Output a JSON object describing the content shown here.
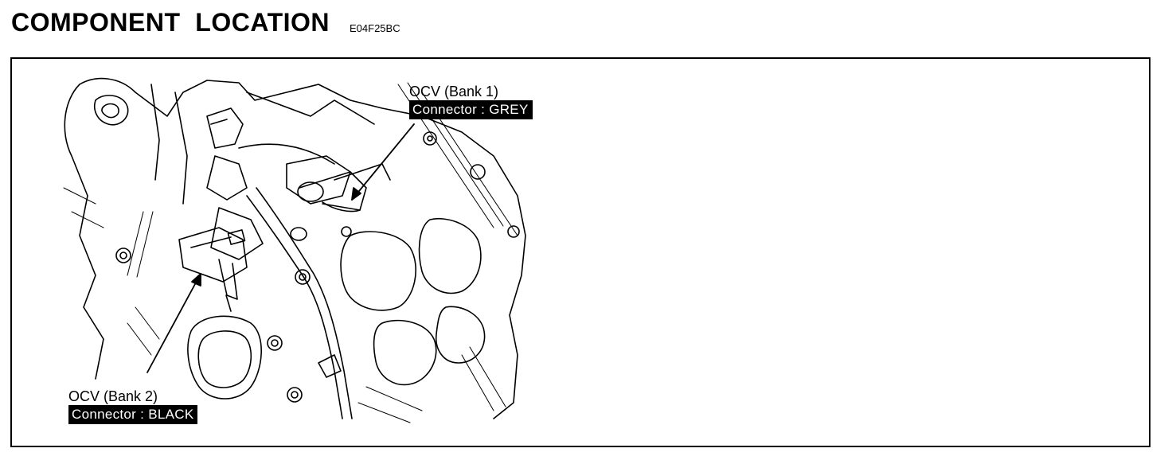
{
  "header": {
    "title": "COMPONENT  LOCATION",
    "doc_code": "E04F25BC"
  },
  "callouts": {
    "bank1": {
      "label": "OCV (Bank 1)",
      "connector": "Connector : GREY"
    },
    "bank2": {
      "label": "OCV (Bank 2)",
      "connector": "Connector : BLACK"
    }
  }
}
